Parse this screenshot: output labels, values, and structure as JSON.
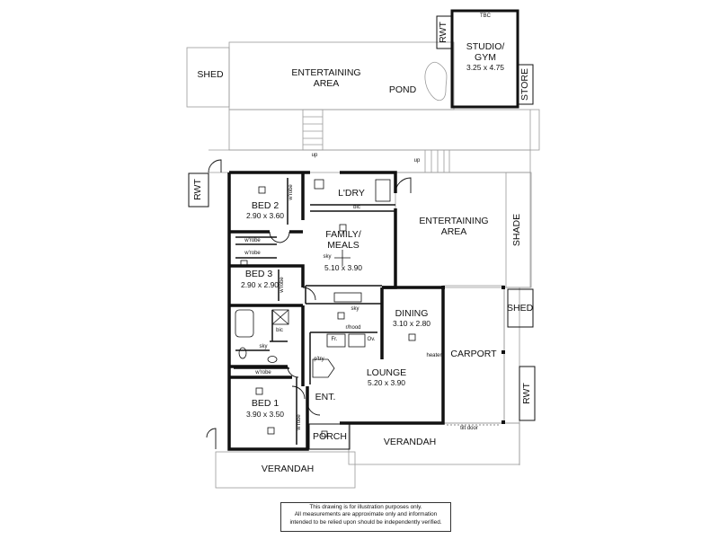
{
  "rooms": {
    "shed_top": "SHED",
    "entertaining_top": [
      "ENTERTAINING",
      "AREA"
    ],
    "pond": "POND",
    "studio": [
      "STUDIO/",
      "GYM"
    ],
    "studio_dim": "3.25 x 4.75",
    "rwt_top": "RWT",
    "store": "STORE",
    "rwt_left": "RWT",
    "bed2": "BED 2",
    "bed2_dim": "2.90 x 3.60",
    "laundry": "L'DRY",
    "family": [
      "FAMILY/",
      "MEALS"
    ],
    "family_dim": "5.10 x 3.90",
    "entertaining_right": [
      "ENTERTAINING",
      "AREA"
    ],
    "shade": "SHADE",
    "bed3": "BED 3",
    "bed3_dim": "2.90 x 2.90",
    "dining": "DINING",
    "dining_dim": "3.10 x 2.80",
    "shed_right": "SHED",
    "carport": "CARPORT",
    "lounge": "LOUNGE",
    "lounge_dim": "5.20 x 3.90",
    "rwt_right": "RWT",
    "entry": "ENT.",
    "bed1": "BED 1",
    "bed1_dim": "3.90 x 3.50",
    "porch": "PORCH",
    "verandah_right": "VERANDAH",
    "verandah_left": "VERANDAH"
  },
  "small_labels": {
    "up1": "up",
    "up2": "up",
    "wrobe_bed2": "w'robe",
    "wrobe_mid1": "w'robe",
    "wrobe_mid2": "w'robe",
    "wrobe_bed3": "w'robe",
    "wrobe_bath": "w'robe",
    "wrobe_bed1": "w'robe",
    "bic_laundry": "bic",
    "bic_bath": "bic",
    "sky_family": "sky",
    "sky_dining": "sky",
    "sky_bath": "sky",
    "rhood": "r/hood",
    "fr": "Fr.",
    "ov": "Ov.",
    "pantry": "p'try",
    "heater": "heater",
    "tilt_door": "tilt door",
    "tbc": "TBC"
  },
  "disclaimer": [
    "This drawing is for illustration purposes only.",
    "All measurements are approximate only and information",
    "intended to be relied upon should be independently verified."
  ]
}
